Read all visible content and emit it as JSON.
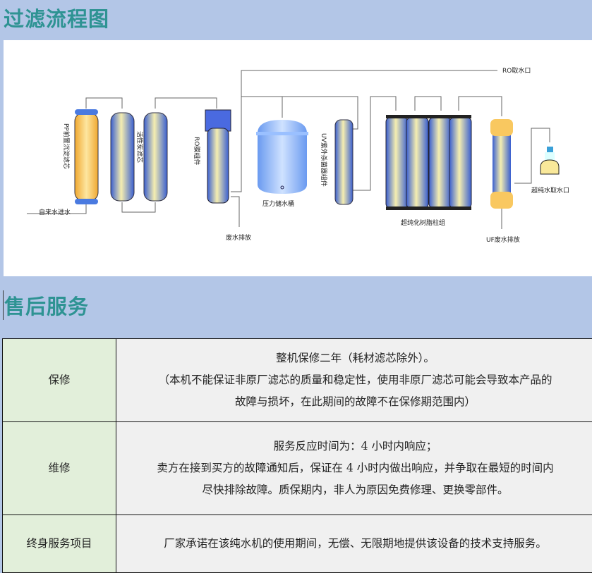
{
  "sections": {
    "flow_title": "过滤流程图",
    "service_title": "售后服务"
  },
  "diagram": {
    "labels": {
      "pp": "PP前置沉淀滤芯",
      "carbon": "活性炭滤芯",
      "ro": "RO膜组件",
      "tank": "压力储水桶",
      "uv": "UV紫外杀菌器组件",
      "resin": "超纯化树脂柱组",
      "ro_outlet": "RO取水口",
      "inlet": "自来水进水",
      "waste": "废水排放",
      "uf_waste": "UF废水排放",
      "up_outlet": "超纯水取水口"
    }
  },
  "service": {
    "rows": [
      {
        "key": "保修",
        "lines": [
          "整机保修二年（耗材滤芯除外）。",
          "（本机不能保证非原厂滤芯的质量和稳定性，使用非原厂滤芯可能会导致本产品的",
          "故障与损坏，在此期间的故障不在保修期范围内）"
        ]
      },
      {
        "key": "维修",
        "lines": [
          "服务反应时间为：4 小时内响应；",
          "卖方在接到买方的故障通知后，保证在 4 小时内做出响应，并争取在最短的时间内",
          "尽快排除故障。质保期内，非人为原因免费修理、更换零部件。"
        ]
      },
      {
        "key": "终身服务项目",
        "lines": [
          "厂家承诺在该纯水机的使用期间，无偿、无限期地提供该设备的技术支持服务。"
        ]
      }
    ]
  }
}
